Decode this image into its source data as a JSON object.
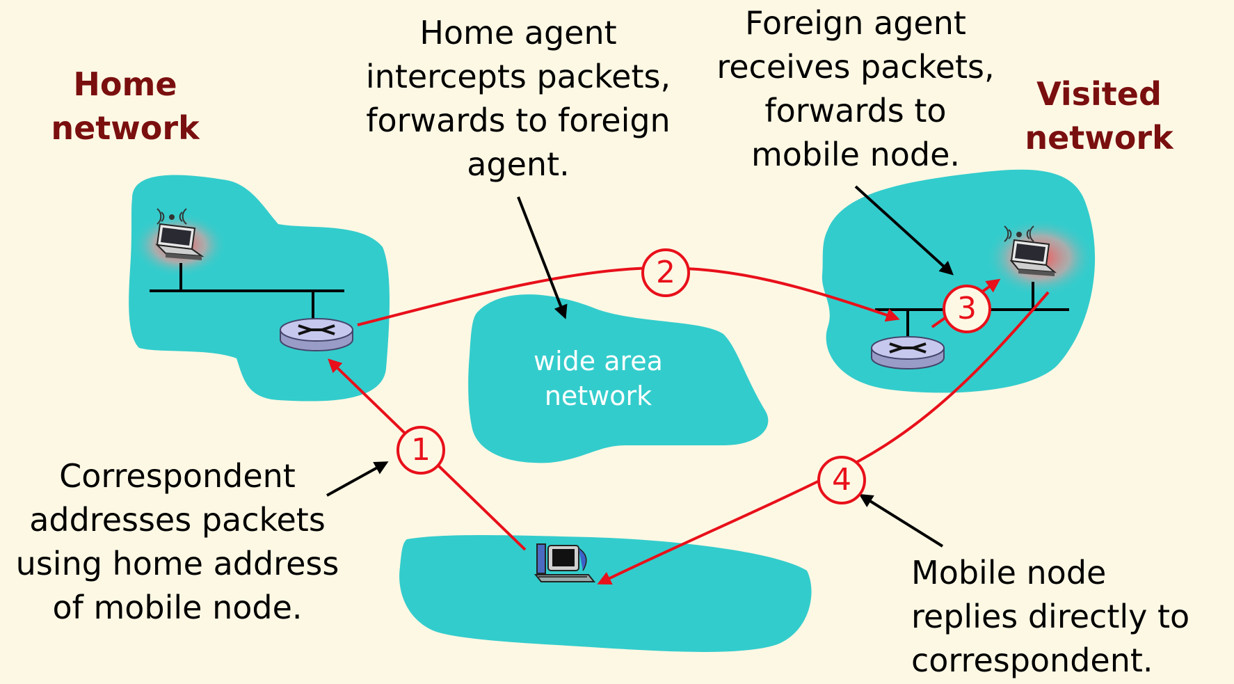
{
  "labels": {
    "home_network": [
      "Home",
      "network"
    ],
    "visited_network": [
      "Visited",
      "network"
    ],
    "home_agent": [
      "Home agent",
      "intercepts packets,",
      "forwards to foreign",
      "agent."
    ],
    "foreign_agent": [
      "Foreign agent",
      "receives packets,",
      "forwards to",
      "mobile node."
    ],
    "wide_area": [
      "wide area",
      "network"
    ],
    "correspondent": [
      "Correspondent",
      "addresses packets",
      "using home address",
      "of mobile node."
    ],
    "mobile_reply": [
      "Mobile node",
      "replies directly to",
      "correspondent."
    ]
  },
  "steps": [
    "1",
    "2",
    "3",
    "4"
  ],
  "icons": {
    "router": "router-icon",
    "laptop": "laptop-icon",
    "desktop": "desktop-icon",
    "wireless": "wireless-signal-icon"
  },
  "colors": {
    "background": "#fdf8e4",
    "network_cloud": "#33cccc",
    "path": "#e8101a",
    "network_label": "#7a0f0f"
  }
}
